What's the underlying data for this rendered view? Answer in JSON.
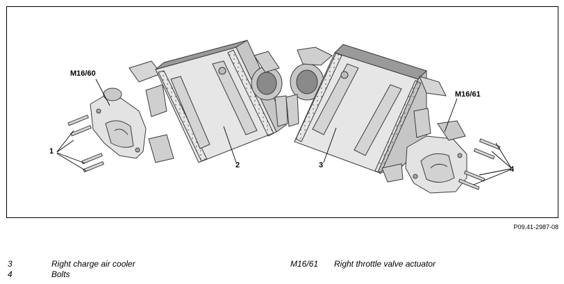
{
  "diagram": {
    "callouts": {
      "c1": "1",
      "c2": "2",
      "c3": "3",
      "c4": "4",
      "m1660": "M16/60",
      "m1661": "M16/61"
    },
    "reference": "P09.41-2987-08"
  },
  "legend": [
    {
      "code": "3",
      "text": "Right charge air cooler"
    },
    {
      "code": "4",
      "text": "Bolts"
    },
    {
      "code": "M16/61",
      "text": "Right throttle valve actuator"
    }
  ],
  "colors": {
    "part_fill": "#e3e3e3",
    "part_shade": "#c9c9c9",
    "part_dark": "#8a8a8a",
    "outline": "#3a3a3a"
  }
}
